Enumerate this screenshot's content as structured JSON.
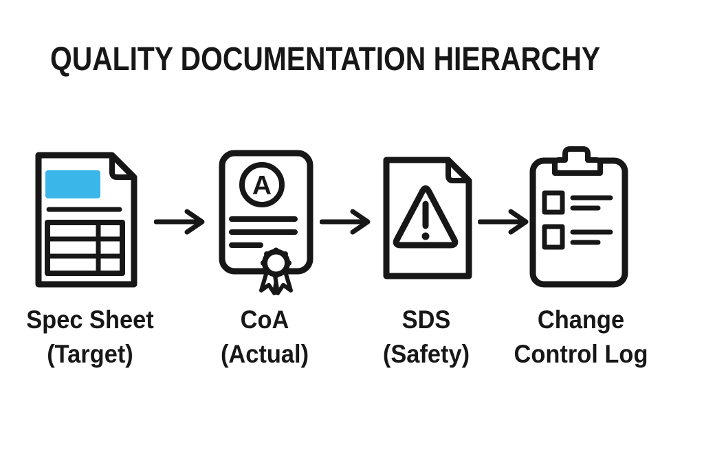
{
  "title": "QUALITY DOCUMENTATION HIERARCHY",
  "colors": {
    "ink": "#171717",
    "accent": "#3bb6e9",
    "background": "#ffffff"
  },
  "flow": {
    "connector": "arrow-right",
    "items": [
      {
        "icon": "spec-sheet-document-icon",
        "label_line1": "Spec Sheet",
        "label_line2": "(Target)"
      },
      {
        "icon": "certificate-coa-icon",
        "badge_letter": "A",
        "label_line1": "CoA",
        "label_line2": "(Actual)"
      },
      {
        "icon": "sds-warning-document-icon",
        "label_line1": "SDS",
        "label_line2": "(Safety)"
      },
      {
        "icon": "clipboard-checklist-icon",
        "label_line1": "Change",
        "label_line2": "Control Log"
      }
    ]
  }
}
